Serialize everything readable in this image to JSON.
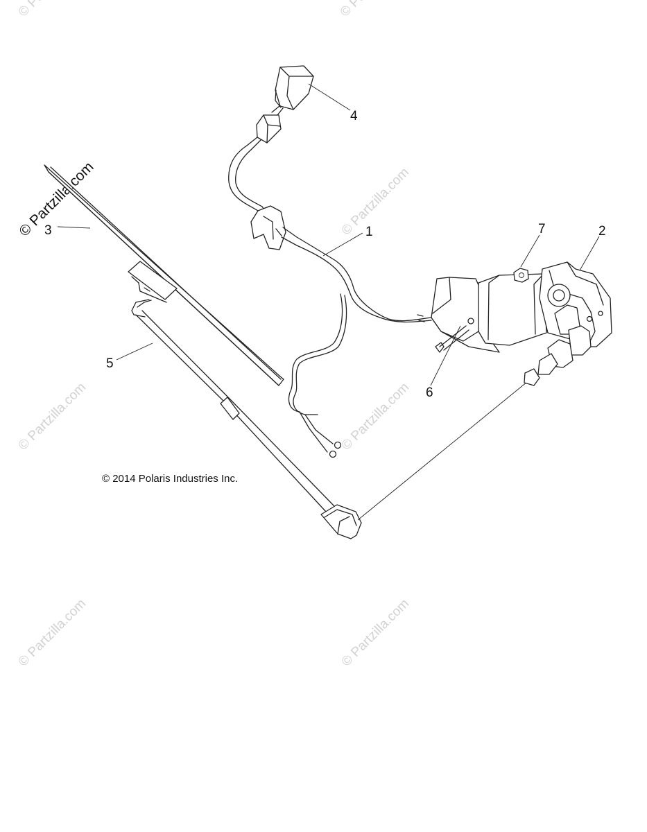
{
  "watermark": {
    "main_text": "© Partzilla.com",
    "faint_text": "© Partzilla.com"
  },
  "copyright": "© 2014 Polaris Industries Inc.",
  "callouts": [
    "1",
    "2",
    "3",
    "4",
    "5",
    "6",
    "7"
  ],
  "colors": {
    "line": "#222222",
    "watermark": "#d2d2d2",
    "background": "#ffffff"
  }
}
